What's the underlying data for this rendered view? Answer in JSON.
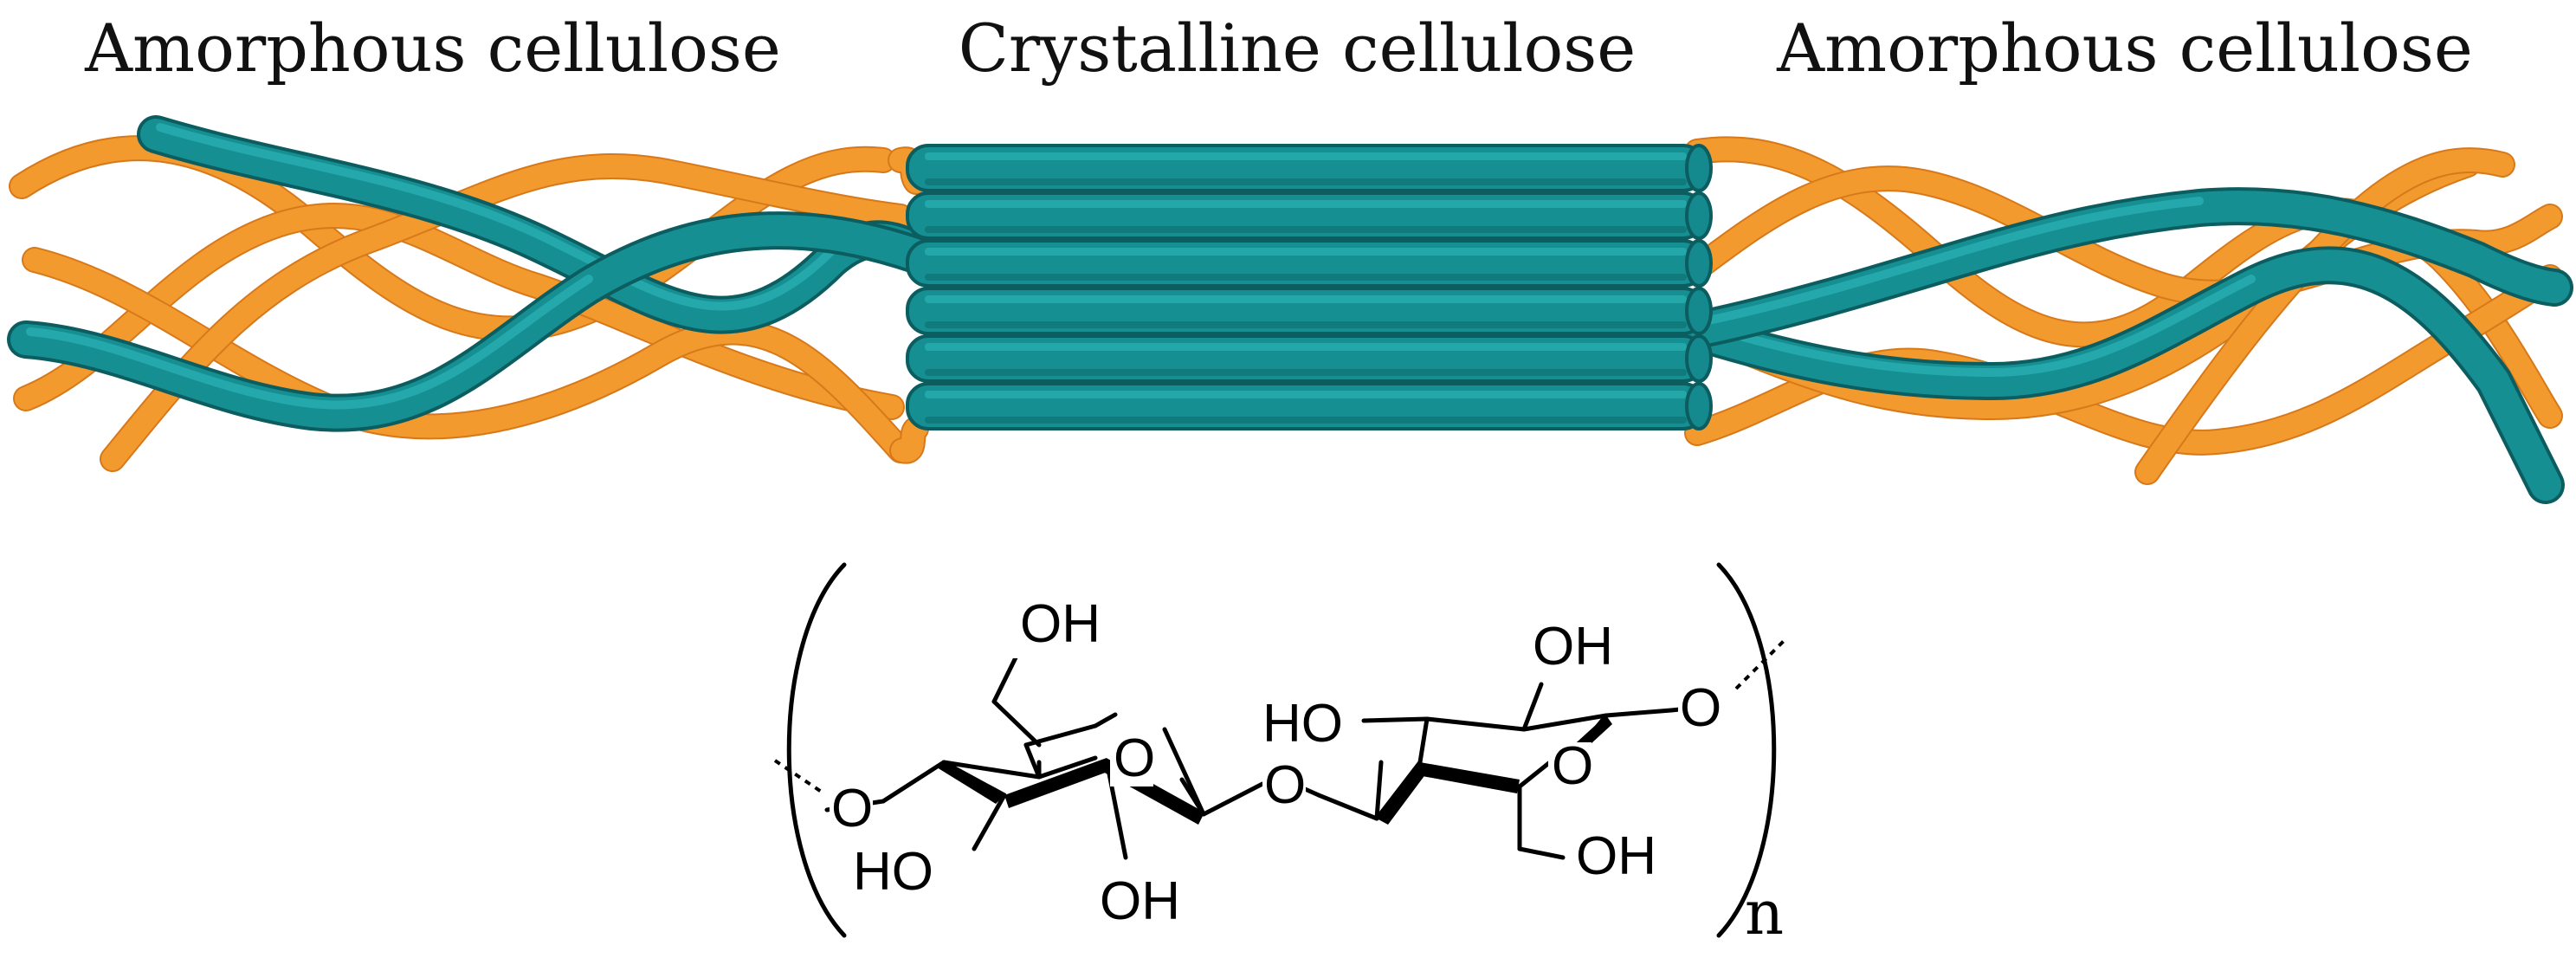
{
  "labels": {
    "left": "Amorphous cellulose",
    "center": "Crystalline cellulose",
    "right": "Amorphous cellulose"
  },
  "structure": {
    "oh_1": "OH",
    "oh_2": "OH",
    "ho_1": "HO",
    "ho_2": "HO",
    "oh_3": "OH",
    "oh_4": "OH",
    "o_ring_1": "O",
    "o_ring_2": "O",
    "o_link_left": "O",
    "o_link_mid": "O",
    "o_link_right": "O",
    "repeat": "n"
  },
  "colors": {
    "amorphous_chain": "#f39a2e",
    "crystalline_chain": "#168f93"
  }
}
